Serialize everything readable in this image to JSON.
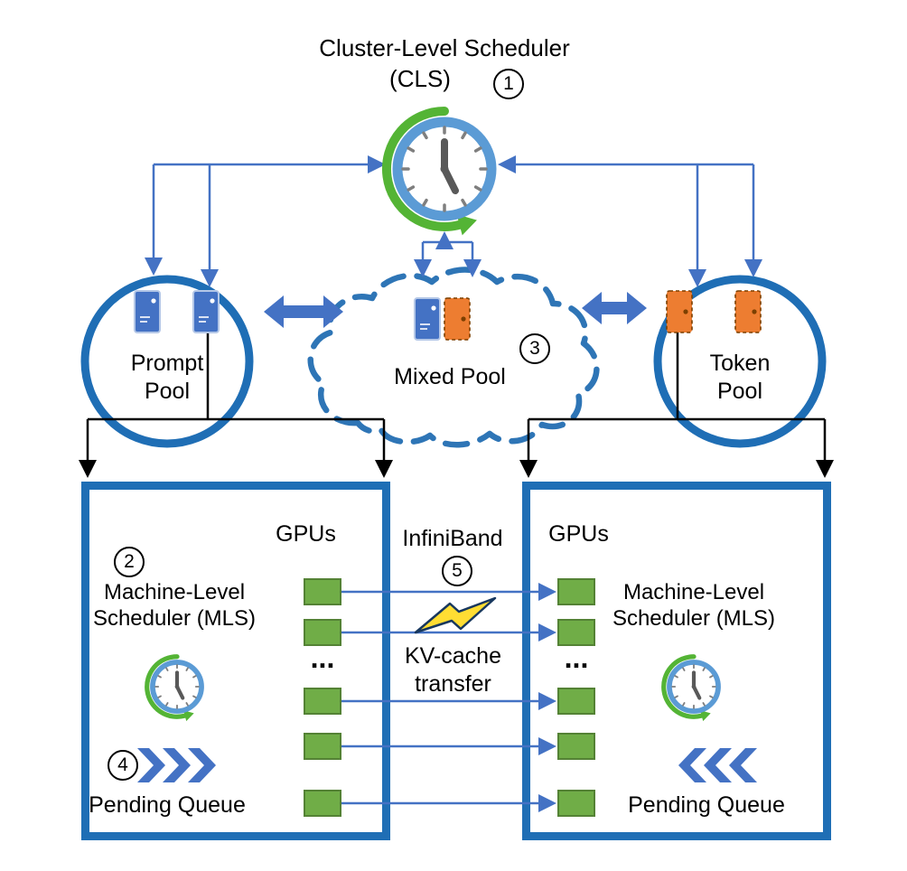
{
  "figure": {
    "cls": {
      "title": "Cluster-Level Scheduler",
      "subtitle": "(CLS)",
      "badge": "1"
    },
    "pools": {
      "prompt": {
        "line1": "Prompt",
        "line2": "Pool"
      },
      "mixed": {
        "label": "Mixed Pool",
        "badge": "3"
      },
      "token": {
        "line1": "Token",
        "line2": "Pool"
      }
    },
    "machine_left": {
      "badge": "2",
      "scheduler_line1": "Machine-Level",
      "scheduler_line2": "Scheduler (MLS)",
      "gpus_label": "GPUs",
      "ellipsis": "...",
      "queue_badge": "4",
      "queue_label": "Pending Queue"
    },
    "machine_right": {
      "scheduler_line1": "Machine-Level",
      "scheduler_line2": "Scheduler (MLS)",
      "gpus_label": "GPUs",
      "ellipsis": "...",
      "queue_label": "Pending Queue"
    },
    "interconnect": {
      "label": "InfiniBand",
      "badge": "5",
      "desc_line1": "KV-cache",
      "desc_line2": "transfer"
    },
    "icons": {
      "cls_icon": "clock-refresh-icon",
      "mls_icon": "clock-refresh-icon",
      "prompt_machine_icon": "server-door-blue-icon",
      "token_machine_icon": "server-door-orange-icon",
      "queue_left_icon": "chevrons-right-icon",
      "queue_right_icon": "chevrons-left-icon",
      "transfer_icon": "lightning-bolt-icon",
      "gpu_icon": "gpu-square"
    },
    "colors": {
      "arrow_blue": "#4472C4",
      "outline_blue": "#1F6EB5",
      "clock_ring": "#5B9BD5",
      "refresh_green": "#54B435",
      "gpu_green": "#70AD47",
      "gpu_border": "#548235",
      "server_blue": "#4472C4",
      "server_orange": "#ED7D31",
      "bolt_fill": "#FFDD33",
      "bolt_outline": "#17375E",
      "text": "#000000",
      "background": "#FFFFFF"
    }
  }
}
